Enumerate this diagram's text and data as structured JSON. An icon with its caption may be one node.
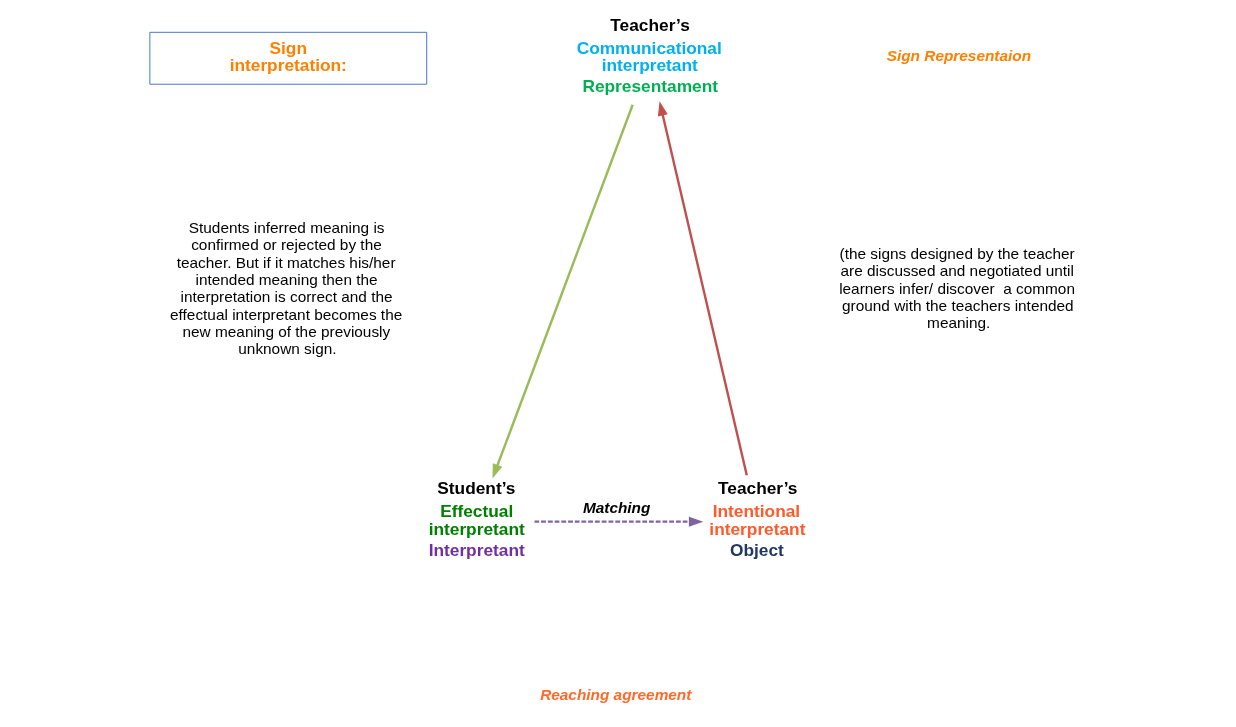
{
  "diagram": {
    "nodes": [
      {
        "text": [
          "Teacher’s",
          "Communicational interpretant",
          "Representament"
        ]
      },
      {
        "text": [
          "Teacher’s",
          "Intentional interpretant",
          "Object"
        ]
      },
      {
        "text": [
          "Student’s",
          "Effectual interpretant",
          "Interpretant"
        ]
      },
      {
        "text": [
          "Sign interpretation:"
        ]
      }
    ],
    "edges": [
      {
        "from": 1,
        "to": 0,
        "arrow": "to",
        "color": "#c0504d"
      },
      {
        "from": 0,
        "to": 2,
        "arrow": "to",
        "color": "#9bbb59"
      },
      {
        "from": 2,
        "to": 1,
        "arrow": "to",
        "style": "dashed",
        "color": "#8064a2",
        "label": "Matching"
      }
    ],
    "labels": [
      "Sign Representaion",
      "(the signs designed by the teacher are discussed and negotiated until learners infer/ discover  a common ground with the teachers intended meaning.",
      "Students inferred meaning is confirmed or rejected by the teacher. But if it matches his/her intended meaning then the interpretation is correct and the effectual interpretant becomes the new meaning of the previously unknown sign.",
      "Reaching agreement"
    ]
  }
}
